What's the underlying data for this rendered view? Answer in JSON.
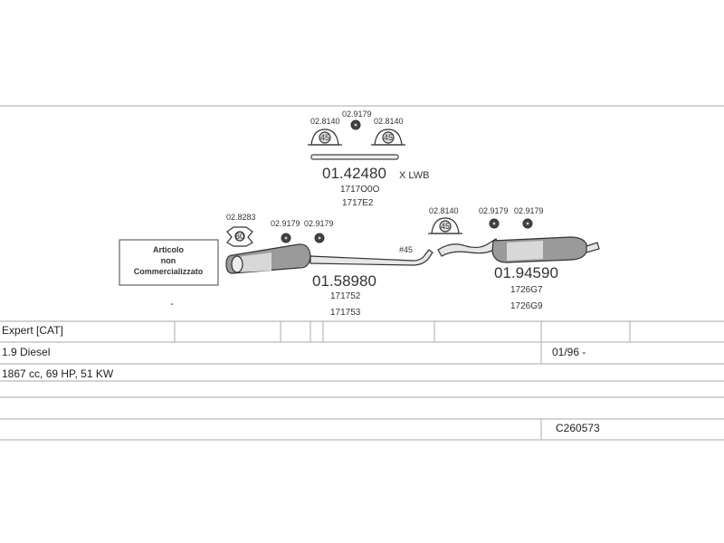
{
  "diagram": {
    "top_group": {
      "clamp_left": "02.8140",
      "clamp_right": "02.8140",
      "bolt": "02.9179",
      "clamp_left_badge": "45",
      "clamp_right_badge": "45",
      "part": "01.42480",
      "suffix": "X LWB",
      "oem1": "1717O0O",
      "oem2": "1717E2"
    },
    "front_group": {
      "note_line1": "Articolo",
      "note_line2": "non",
      "note_line3": "Commercializzato",
      "clamp": "02.8283",
      "clamp_badge": "60",
      "bolt1": "02.9179",
      "bolt2": "02.9179",
      "part": "01.58980",
      "oem1": "171752",
      "oem2": "171753",
      "dot": "-"
    },
    "rear_group": {
      "pipe_diameter": "#45",
      "clamp": "02.8140",
      "clamp_badge": "45",
      "bolt1": "02.9179",
      "bolt2": "02.9179",
      "part": "01.94590",
      "oem1": "1726G7",
      "oem2": "1726G9"
    }
  },
  "vehicle": {
    "model": "Expert  [CAT]",
    "engine": "1.9 Diesel",
    "period": "01/96 -",
    "specs": "1867 cc, 69 HP, 51 KW",
    "code": "C260573"
  }
}
